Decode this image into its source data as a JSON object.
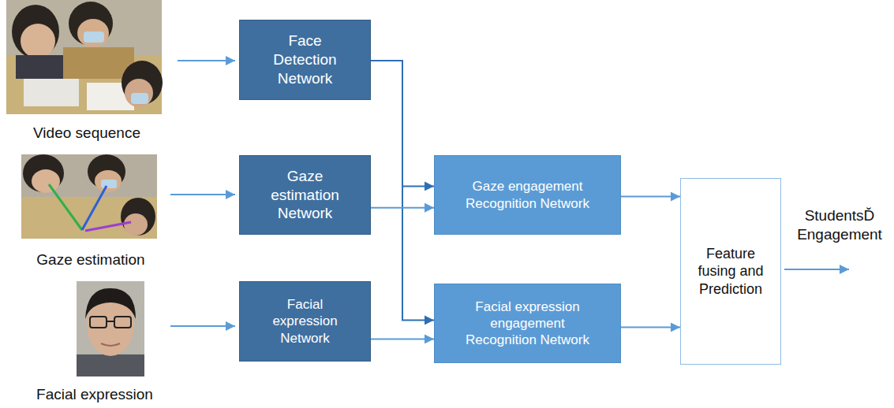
{
  "diagram": {
    "nodes": [
      {
        "text": [
          "Face Detection Network"
        ]
      },
      {
        "text": [
          "Gaze estimation Network"
        ]
      },
      {
        "text": [
          "Facial expression Network"
        ]
      },
      {
        "text": [
          "Gaze engagement Recognition Network"
        ]
      },
      {
        "text": [
          "Facial expression engagement Recognition Network"
        ]
      },
      {
        "text": [
          "Feature fusing and Prediction"
        ]
      }
    ],
    "edges": [
      {
        "from": 0,
        "to": 3,
        "arrow": "to"
      },
      {
        "from": 0,
        "to": 4,
        "arrow": "to"
      },
      {
        "from": 1,
        "to": 3,
        "arrow": "to"
      },
      {
        "from": 2,
        "to": 4,
        "arrow": "to"
      },
      {
        "from": 3,
        "to": 5,
        "arrow": "to"
      },
      {
        "from": 4,
        "to": 5,
        "arrow": "to"
      }
    ],
    "labels": [
      "Video sequence",
      "Gaze estimation",
      "Facial expression",
      "StudentsĎ Engagement"
    ]
  }
}
